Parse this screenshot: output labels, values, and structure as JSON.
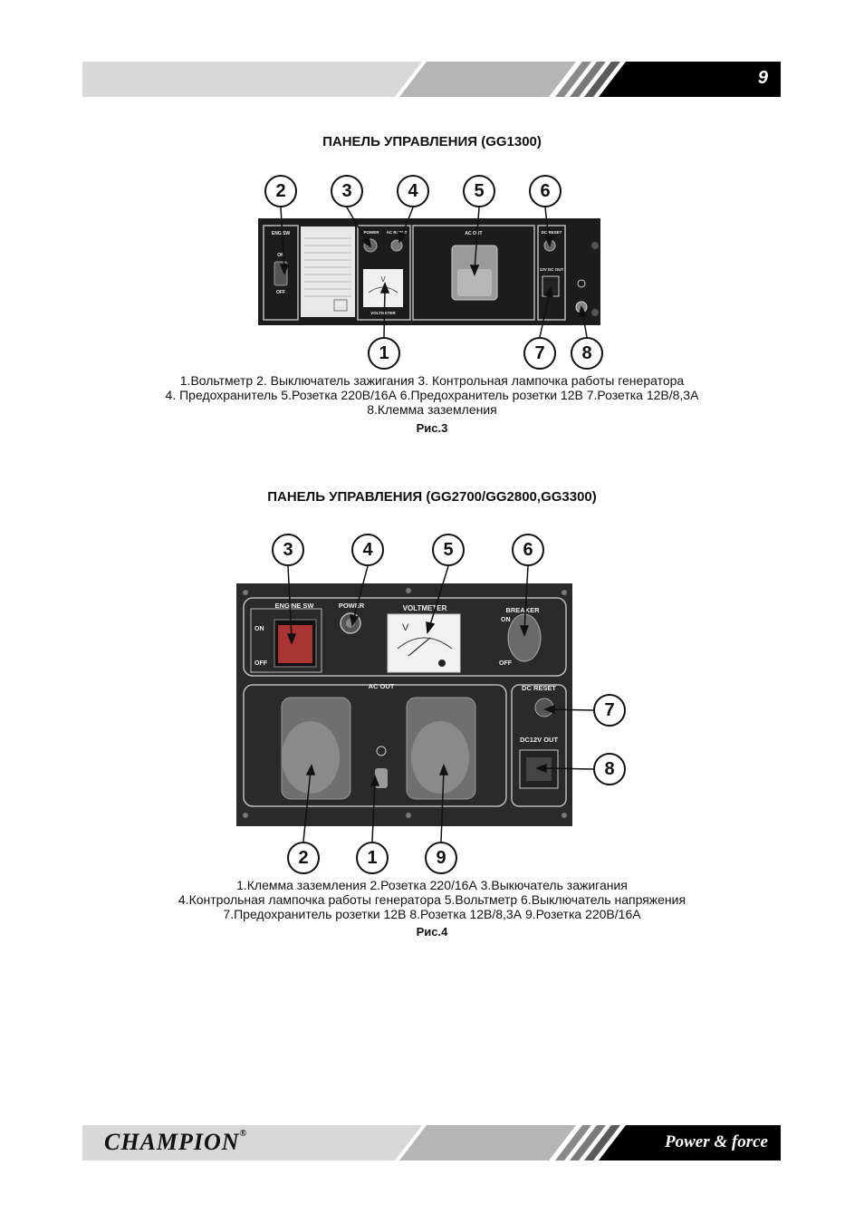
{
  "header": {
    "page_number": "9"
  },
  "section1": {
    "title": "ПАНЕЛЬ УПРАВЛЕНИЯ (GG1300)",
    "callouts_top": [
      "2",
      "3",
      "4",
      "5",
      "6"
    ],
    "callouts_bottom": [
      "1",
      "7",
      "8"
    ],
    "panel_labels": {
      "engine_sw": "ENG SW",
      "on": "ON",
      "off": "OFF",
      "power": "POWER",
      "ac_reset": "AC RESET",
      "ac_out": "AC OUT",
      "dc_reset": "DC RESET",
      "dc_out": "12V DC OUT",
      "voltmeter": "VOLTMETER",
      "v": "V"
    },
    "caption_lines": [
      "1.Вольтметр 2. Выключатель зажигания 3. Контрольная лампочка работы генератора",
      "4. Предохранитель 5.Розетка 220В/16А 6.Предохранитель розетки 12В 7.Розетка 12В/8,3А",
      "8.Клемма заземления"
    ],
    "figure": "Рис.3"
  },
  "section2": {
    "title": "ПАНЕЛЬ УПРАВЛЕНИЯ (GG2700/GG2800,GG3300)",
    "callouts_top": [
      "3",
      "4",
      "5",
      "6"
    ],
    "callouts_right": [
      "7",
      "8"
    ],
    "callouts_bottom": [
      "2",
      "1",
      "9"
    ],
    "panel_labels": {
      "engine_sw": "ENGINE SW",
      "on": "ON",
      "off": "OFF",
      "power": "POWER",
      "voltmeter": "VOLTMETER",
      "breaker": "BREAKER",
      "ac_out": "AC OUT",
      "dc_reset": "DC RESET",
      "dc_out": "DC12V OUT",
      "v": "V"
    },
    "caption_lines": [
      "1.Клемма заземления 2.Розетка 220/16А 3.Выкючатель зажигания",
      "4.Контрольная лампочка работы генератора 5.Вольтметр 6.Выключатель напряжения",
      "7.Предохранитель розетки 12В 8.Розетка 12В/8,3А 9.Розетка 220В/16А"
    ],
    "figure": "Рис.4"
  },
  "footer": {
    "brand": "CHAMPION",
    "registered": "®",
    "slogan": "Power & force"
  }
}
